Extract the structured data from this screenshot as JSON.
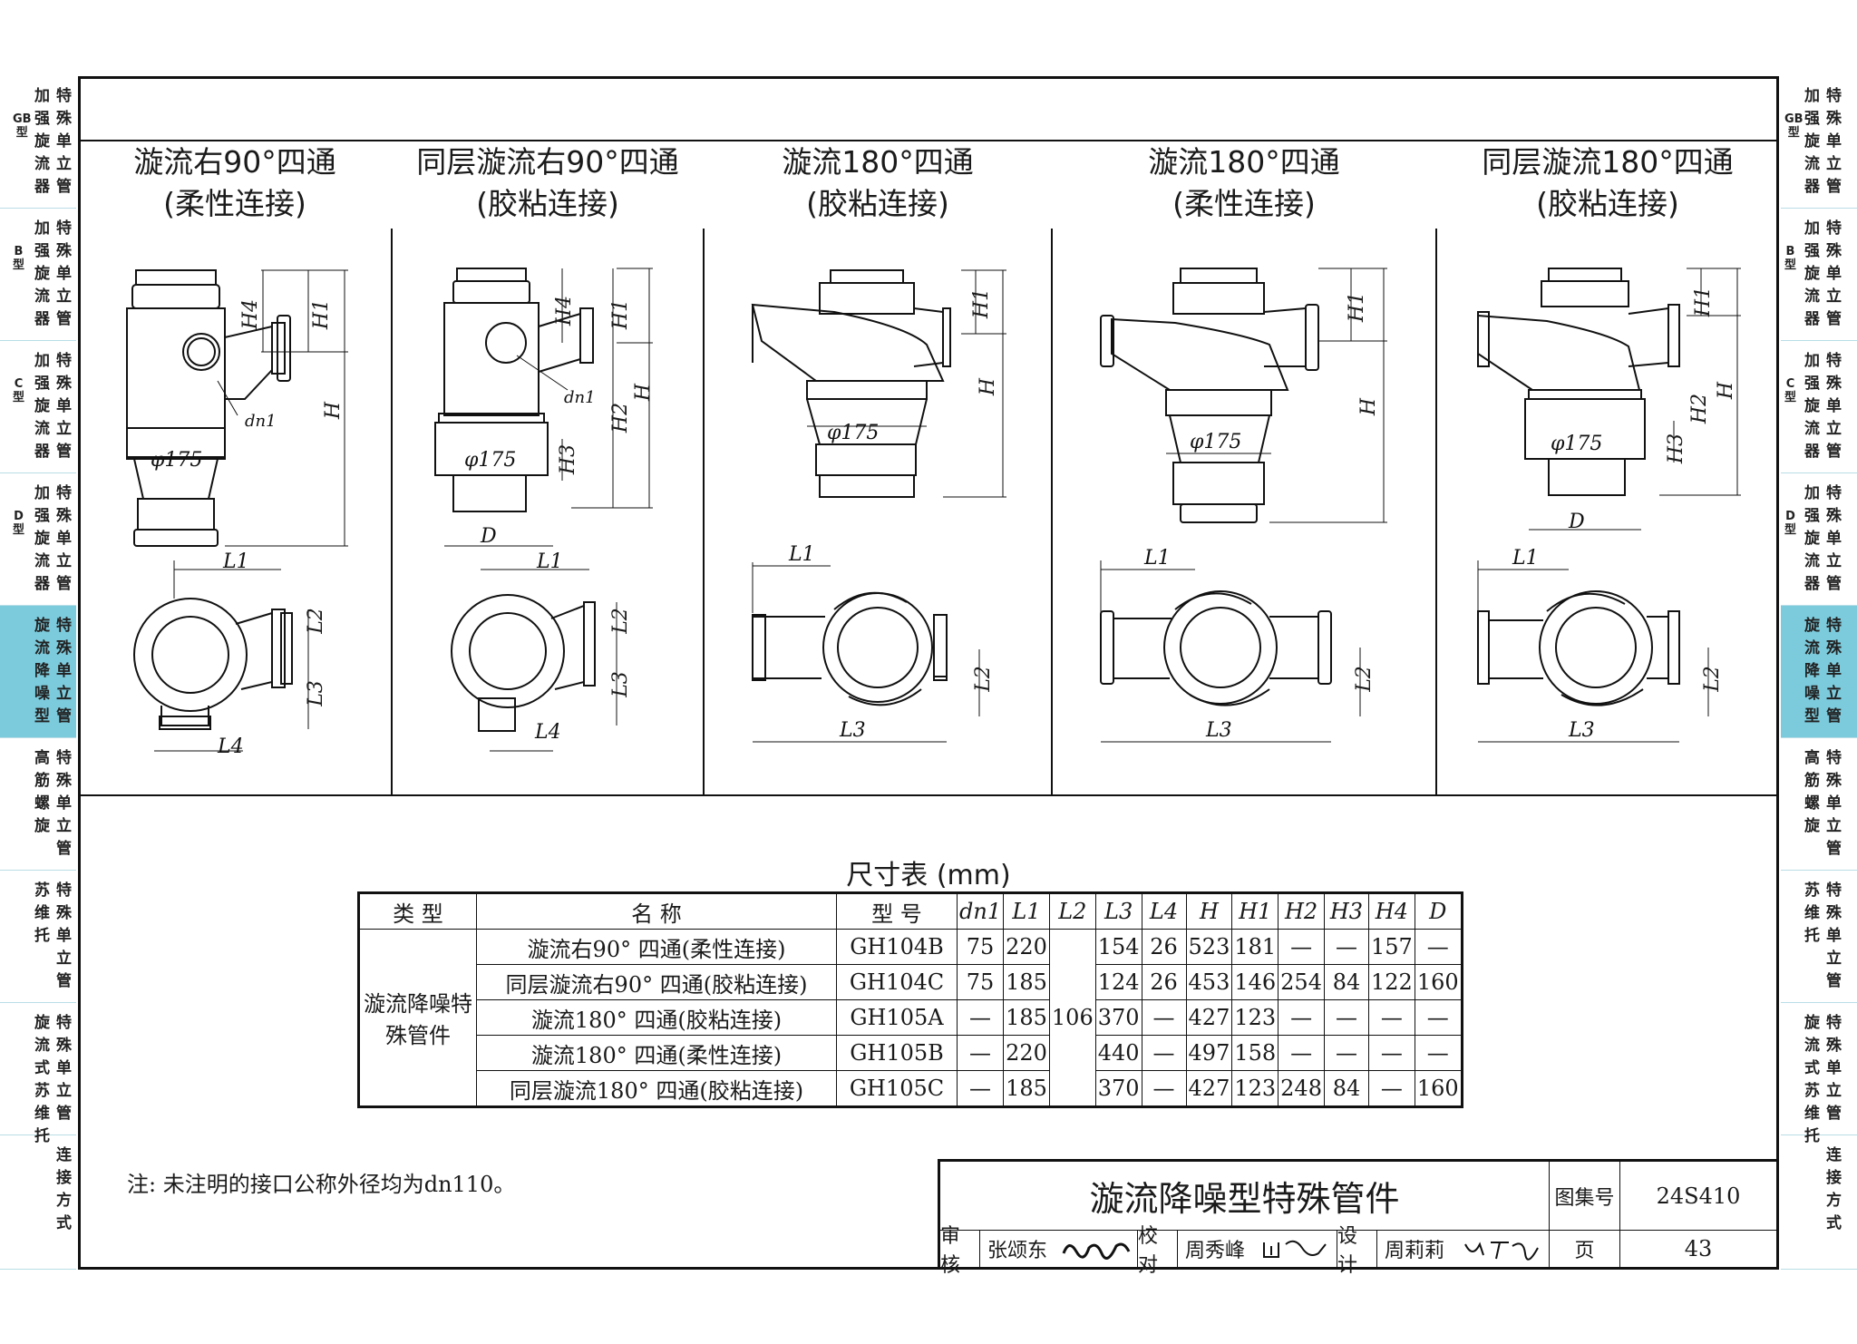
{
  "side_tabs": [
    {
      "main": [
        "特",
        "殊",
        "单",
        "立",
        "管"
      ],
      "main2": [
        "加",
        "强",
        "旋",
        "流",
        "器"
      ],
      "small": [
        "GB",
        "型"
      ]
    },
    {
      "main": [
        "特",
        "殊",
        "单",
        "立",
        "管"
      ],
      "main2": [
        "加",
        "强",
        "旋",
        "流",
        "器"
      ],
      "small": [
        "B",
        "型"
      ]
    },
    {
      "main": [
        "特",
        "殊",
        "单",
        "立",
        "管"
      ],
      "main2": [
        "加",
        "强",
        "旋",
        "流",
        "器"
      ],
      "small": [
        "C",
        "型"
      ]
    },
    {
      "main": [
        "特",
        "殊",
        "单",
        "立",
        "管"
      ],
      "main2": [
        "加",
        "强",
        "旋",
        "流",
        "器"
      ],
      "small": [
        "D",
        "型"
      ]
    },
    {
      "main": [
        "特",
        "殊",
        "单",
        "立",
        "管"
      ],
      "main2": [
        "旋",
        "流",
        "降",
        "噪",
        "型"
      ],
      "small": []
    },
    {
      "main": [
        "特",
        "殊",
        "单",
        "立",
        "管"
      ],
      "main2": [
        "高",
        "筋",
        "螺",
        "旋"
      ],
      "small": []
    },
    {
      "main": [
        "特",
        "殊",
        "单",
        "立",
        "管"
      ],
      "main2": [
        "苏",
        "维",
        "托"
      ],
      "small": []
    },
    {
      "main": [
        "特",
        "殊",
        "单",
        "立",
        "管"
      ],
      "main2": [
        "旋",
        "流",
        "式",
        "苏",
        "维",
        "托"
      ],
      "small": []
    },
    {
      "main": [
        "连",
        "接",
        "方",
        "式"
      ],
      "main2": [],
      "small": []
    }
  ],
  "columns": [
    {
      "line1": "漩流右90°四通",
      "line2": "(柔性连接)"
    },
    {
      "line1": "同层漩流右90°四通",
      "line2": "(胶粘连接)"
    },
    {
      "line1": "漩流180°四通",
      "line2": "(胶粘连接)"
    },
    {
      "line1": "漩流180°四通",
      "line2": "(柔性连接)"
    },
    {
      "line1": "同层漩流180°四通",
      "line2": "(胶粘连接)"
    }
  ],
  "drawing_labels": {
    "phi175": "φ175",
    "dn1": "dn1",
    "H": "H",
    "H1": "H1",
    "H2": "H2",
    "H3": "H3",
    "H4": "H4",
    "L1": "L1",
    "L2": "L2",
    "L3": "L3",
    "L4": "L4",
    "D": "D"
  },
  "table": {
    "title": "尺寸表 (mm)",
    "headers": [
      "类 型",
      "名 称",
      "型 号",
      "dn1",
      "L1",
      "L2",
      "L3",
      "L4",
      "H",
      "H1",
      "H2",
      "H3",
      "H4",
      "D"
    ],
    "group": "漩流降噪特殊管件",
    "shared_L2": "106",
    "rows": [
      [
        "漩流右90° 四通(柔性连接)",
        "GH104B",
        "75",
        "220",
        "154",
        "26",
        "523",
        "181",
        "—",
        "—",
        "157",
        "—"
      ],
      [
        "同层漩流右90° 四通(胶粘连接)",
        "GH104C",
        "75",
        "185",
        "124",
        "26",
        "453",
        "146",
        "254",
        "84",
        "122",
        "160"
      ],
      [
        "漩流180° 四通(胶粘连接)",
        "GH105A",
        "—",
        "185",
        "370",
        "—",
        "427",
        "123",
        "—",
        "—",
        "—",
        "—"
      ],
      [
        "漩流180° 四通(柔性连接)",
        "GH105B",
        "—",
        "220",
        "440",
        "—",
        "497",
        "158",
        "—",
        "—",
        "—",
        "—"
      ],
      [
        "同层漩流180° 四通(胶粘连接)",
        "GH105C",
        "—",
        "185",
        "370",
        "—",
        "427",
        "123",
        "248",
        "84",
        "—",
        "160"
      ]
    ]
  },
  "note": "注: 未注明的接口公称外径均为dn110。",
  "title_block": {
    "title": "漩流降噪型特殊管件",
    "atlas_label": "图集号",
    "atlas_no": "24S410",
    "page_label": "页",
    "page_no": "43",
    "review_label": "审核",
    "reviewer": "张颂东",
    "check_label": "校对",
    "checker": "周秀峰",
    "design_label": "设计",
    "designer": "周莉莉"
  },
  "colors": {
    "active_tab": "#7ccbdc",
    "line": "#111111"
  }
}
